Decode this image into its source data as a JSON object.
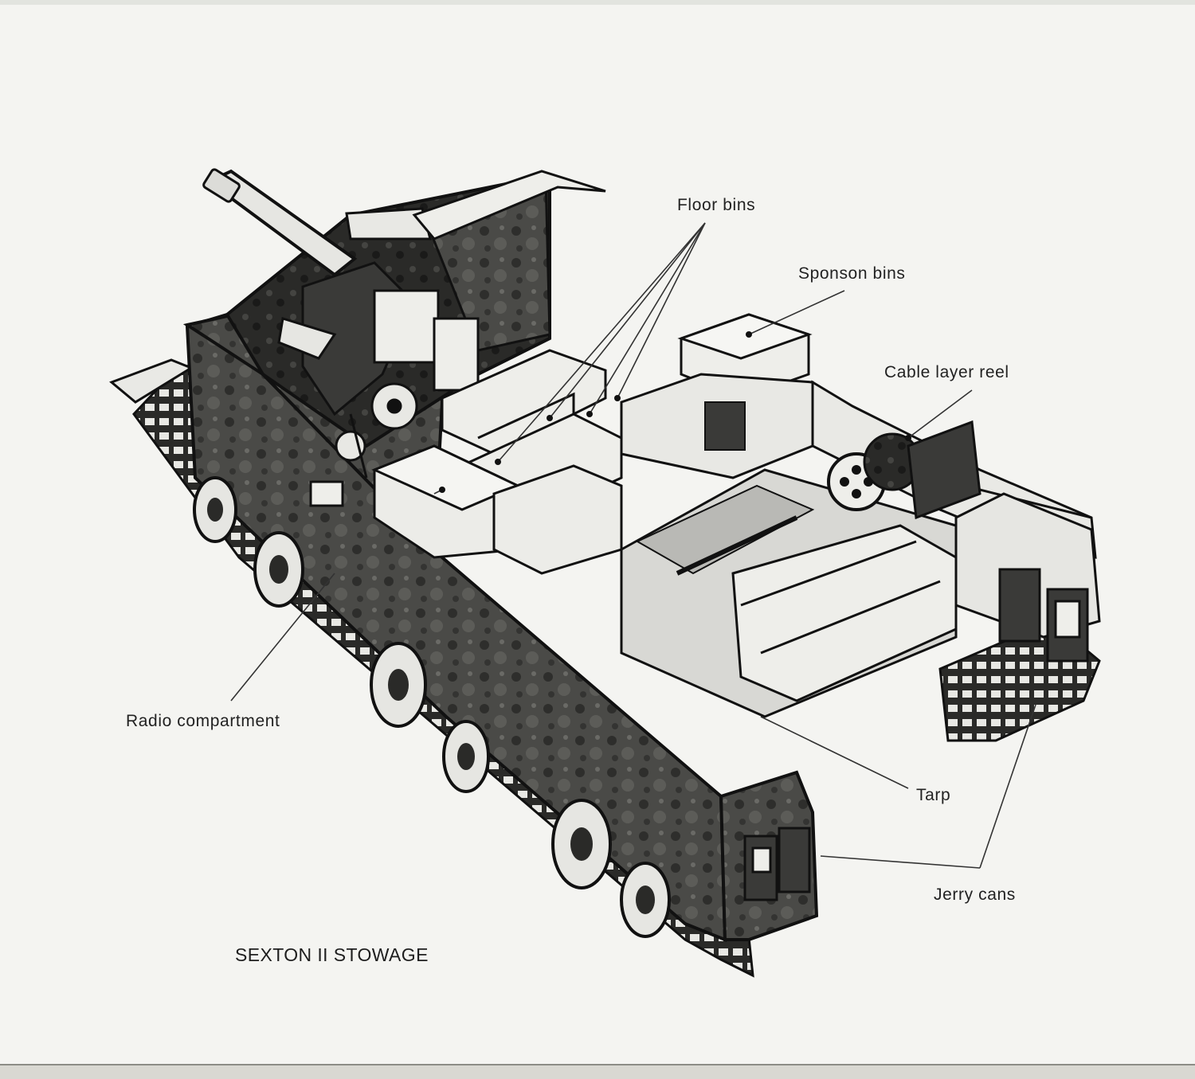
{
  "caption": "SEXTON II STOWAGE",
  "labels": {
    "floor_bins": "Floor bins",
    "sponson_bins": "Sponson bins",
    "cable_layer_reel": "Cable layer reel",
    "radio_compartment": "Radio compartment",
    "tarp": "Tarp",
    "jerry_cans": "Jerry cans"
  },
  "colors": {
    "paper": "#f4f4f1",
    "ink": "#1a1a1a",
    "hull_shade": "#3c3c3a",
    "interior_shade": "#2a2a28",
    "light_panel": "#ededea"
  }
}
